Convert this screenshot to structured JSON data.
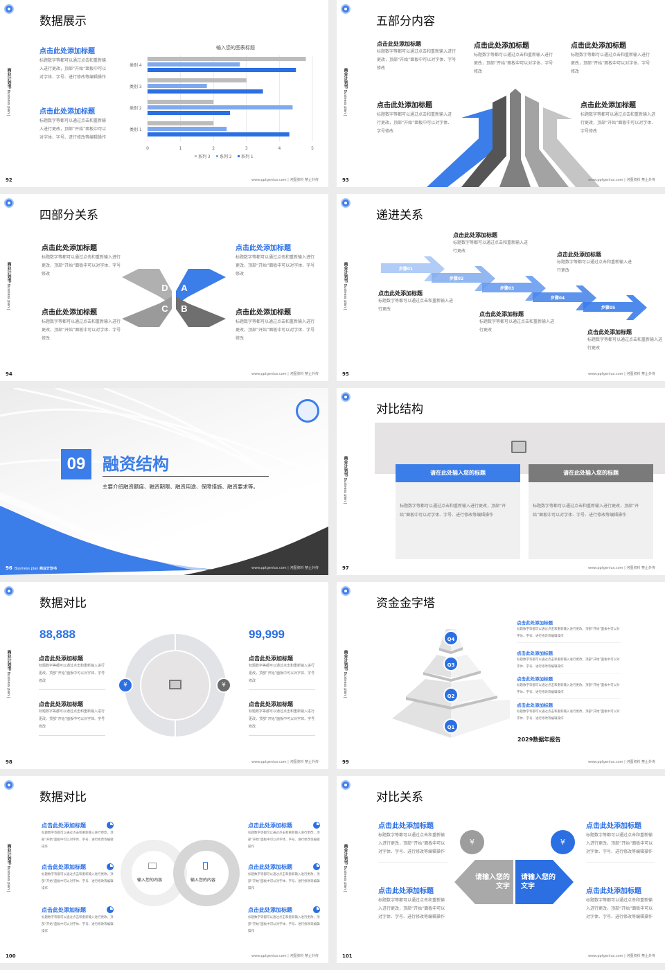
{
  "common": {
    "side_label_cn": "商业计划书",
    "side_label_en": "Business plan |",
    "footer": "www.pptgenius.com | 河图资料 禁止外传",
    "heading": "点击此处添加标题",
    "body_long": "标题数字等都可以通过点击和重新输入进行更改，顶部“开始”面板中可以对字体、字号、进行修改等编辑操作",
    "body_mid": "标题数字等都可以通过点击和重新输入进行更改，顶部“开始”面板中可以对字体、字号修改",
    "body_short": "标题数字等都可以通过点击和重新输入进行更改"
  },
  "slides": {
    "s92": {
      "num": "92",
      "title": "数据展示",
      "items": [
        {
          "h": "点击此处添加标题",
          "p": "标题数字等都可以通过点击和重新输入进行更改，顶部“开始”面板中可以对字体、字号、进行修改等编辑操作"
        },
        {
          "h": "点击此处添加标题",
          "p": "标题数字等都可以通过点击和重新输入进行更改，顶部“开始”面板中可以对字体、字号、进行修改等编辑操作"
        }
      ]
    },
    "s93": {
      "num": "93",
      "title": "五部分内容",
      "items": [
        {
          "h": "点击此处添加标题",
          "p": "标题数字等都可以通过点击和重新输入进行更改，顶部“开始”面板中可以对字体、字号修改"
        },
        {
          "h": "点击此处添加标题",
          "p": "标题数字等都可以通过点击和重新输入进行更改，顶部“开始”面板中可以对字体、字号修改"
        },
        {
          "h": "点击此处添加标题",
          "p": "标题数字等都可以通过点击和重新输入进行更改，顶部“开始”面板中可以对字体、字号修改"
        },
        {
          "h": "点击此处添加标题",
          "p": "标题数字等都可以通过点击和重新输入进行更改，顶部“开始”面板中可以对字体、字号修改"
        },
        {
          "h": "点击此处添加标题",
          "p": "标题数字等都可以通过点击和重新输入进行更改，顶部“开始”面板中可以对字体、字号修改"
        }
      ]
    },
    "s94": {
      "num": "94",
      "title": "四部分关系",
      "letters": [
        "A",
        "B",
        "C",
        "D"
      ],
      "items": [
        {
          "h": "点击此处添加标题",
          "p": "标题数字等都可以通过点击和重新输入进行更改，顶部“开始”面板中可以对字体、字号修改"
        },
        {
          "h": "点击此处添加标题",
          "p": "标题数字等都可以通过点击和重新输入进行更改，顶部“开始”面板中可以对字体、字号修改"
        },
        {
          "h": "点击此处添加标题",
          "p": "标题数字等都可以通过点击和重新输入进行更改，顶部“开始”面板中可以对字体、字号修改"
        },
        {
          "h": "点击此处添加标题",
          "p": "标题数字等都可以通过点击和重新输入进行更改，顶部“开始”面板中可以对字体、字号修改"
        }
      ]
    },
    "s95": {
      "num": "95",
      "title": "递进关系",
      "steps": [
        "步骤01",
        "步骤02",
        "步骤03",
        "步骤04",
        "步骤05"
      ],
      "items": [
        {
          "h": "点击此处添加标题",
          "p": "标题数字等都可以通过点击和重新输入进行更改"
        },
        {
          "h": "点击此处添加标题",
          "p": "标题数字等都可以通过点击和重新输入进行更改"
        },
        {
          "h": "点击此处添加标题",
          "p": "标题数字等都可以通过点击和重新输入进行更改"
        },
        {
          "h": "点击此处添加标题",
          "p": "标题数字等都可以通过点击和重新输入进行更改"
        },
        {
          "h": "点击此处添加标题",
          "p": "标题数字等都可以通过点击和重新输入进行更改"
        }
      ]
    },
    "s96": {
      "num": "96",
      "section_no": "09",
      "title": "融资结构",
      "desc": "主要介绍融资额度、融资期限、融资用途、保障措施、融资要求等。",
      "footer_left_en": "Business plan",
      "footer_left_cn": "商业计划书"
    },
    "s97": {
      "num": "97",
      "title": "对比结构",
      "cards": [
        {
          "title": "请在此处输入您的标题",
          "p": "标题数字等都可以通过点击和重新输入进行更改，顶部“开始”面板中可以对字体、字号、进行修改等编辑操作"
        },
        {
          "title": "请在此处输入您的标题",
          "p": "标题数字等都可以通过点击和重新输入进行更改，顶部“开始”面板中可以对字体、字号、进行修改等编辑操作"
        }
      ]
    },
    "s98": {
      "num": "98",
      "title": "数据对比",
      "left_value": "88,888",
      "right_value": "99,999",
      "items": [
        {
          "h": "点击此处添加标题",
          "p": "标题数字等都可以通过点击和重新输入进行更改，顶部“开始”面板中可以对字体、字号修改"
        },
        {
          "h": "点击此处添加标题",
          "p": "标题数字等都可以通过点击和重新输入进行更改，顶部“开始”面板中可以对字体、字号修改"
        },
        {
          "h": "点击此处添加标题",
          "p": "标题数字等都可以通过点击和重新输入进行更改，顶部“开始”面板中可以对字体、字号修改"
        },
        {
          "h": "点击此处添加标题",
          "p": "标题数字等都可以通过点击和重新输入进行更改，顶部“开始”面板中可以对字体、字号修改"
        }
      ]
    },
    "s99": {
      "num": "99",
      "title": "资金金字塔",
      "levels": [
        "Q4",
        "Q3",
        "Q2",
        "Q1"
      ],
      "report": "2029数据年报告",
      "items": [
        {
          "h": "点击此处添加标题",
          "p": "标题数字等都可以通过点击和重新输入进行更改，顶部“开始”面板中可以对字体、字号、进行修改等编辑操作"
        },
        {
          "h": "点击此处添加标题",
          "p": "标题数字等都可以通过点击和重新输入进行更改，顶部“开始”面板中可以对字体、字号、进行修改等编辑操作"
        },
        {
          "h": "点击此处添加标题",
          "p": "标题数字等都可以通过点击和重新输入进行更改，顶部“开始”面板中可以对字体、字号、进行修改等编辑操作"
        },
        {
          "h": "点击此处添加标题",
          "p": "标题数字等都可以通过点击和重新输入进行更改，顶部“开始”面板中可以对字体、字号、进行修改等编辑操作"
        }
      ]
    },
    "s100": {
      "num": "100",
      "title": "数据对比",
      "center_left": "输入您的内容",
      "center_right": "输入您的内容",
      "items": [
        {
          "h": "点击此处添加标题",
          "p": "标题数字等都可以通过点击和重新输入进行更改，顶部“开始”面板中可以对字体、字号、进行修改等编辑操作"
        },
        {
          "h": "点击此处添加标题",
          "p": "标题数字等都可以通过点击和重新输入进行更改，顶部“开始”面板中可以对字体、字号、进行修改等编辑操作"
        },
        {
          "h": "点击此处添加标题",
          "p": "标题数字等都可以通过点击和重新输入进行更改，顶部“开始”面板中可以对字体、字号、进行修改等编辑操作"
        },
        {
          "h": "点击此处添加标题",
          "p": "标题数字等都可以通过点击和重新输入进行更改，顶部“开始”面板中可以对字体、字号、进行修改等编辑操作"
        },
        {
          "h": "点击此处添加标题",
          "p": "标题数字等都可以通过点击和重新输入进行更改，顶部“开始”面板中可以对字体、字号、进行修改等编辑操作"
        },
        {
          "h": "点击此处添加标题",
          "p": "标题数字等都可以通过点击和重新输入进行更改，顶部“开始”面板中可以对字体、字号、进行修改等编辑操作"
        }
      ]
    },
    "s101": {
      "num": "101",
      "title": "对比关系",
      "left_center": "请输入您的文字",
      "right_center": "请输入您的文字",
      "items": [
        {
          "h": "点击此处添加标题",
          "p": "标题数字等都可以通过点击和重新输入进行更改，顶部“开始”面板中可以对字体、字号、进行修改等编辑操作"
        },
        {
          "h": "点击此处添加标题",
          "p": "标题数字等都可以通过点击和重新输入进行更改，顶部“开始”面板中可以对字体、字号、进行修改等编辑操作"
        },
        {
          "h": "点击此处添加标题",
          "p": "标题数字等都可以通过点击和重新输入进行更改，顶部“开始”面板中可以对字体、字号、进行修改等编辑操作"
        },
        {
          "h": "点击此处添加标题",
          "p": "标题数字等都可以通过点击和重新输入进行更改，顶部“开始”面板中可以对字体、字号、进行修改等编辑操作"
        }
      ]
    }
  },
  "chart_data": {
    "type": "bar",
    "orientation": "horizontal",
    "title": "输入您的图表标题",
    "categories": [
      "类别 1",
      "类别 2",
      "类别 3",
      "类别 4"
    ],
    "series": [
      {
        "name": "系列 1",
        "color": "#2b6fe3",
        "values": [
          4.3,
          2.5,
          3.5,
          4.5
        ]
      },
      {
        "name": "系列 2",
        "color": "#7fa9ef",
        "values": [
          2.4,
          4.4,
          1.8,
          2.8
        ]
      },
      {
        "name": "系列 3",
        "color": "#bcbcbc",
        "values": [
          2.0,
          2.0,
          3.0,
          4.8
        ]
      }
    ],
    "xticks": [
      0,
      1,
      2,
      3,
      4,
      5
    ],
    "xlim": [
      0,
      5
    ],
    "grid": true,
    "legend_position": "bottom",
    "legend": [
      "系列 3",
      "系列 2",
      "系列 1"
    ]
  },
  "colors": {
    "accent": "#2b6fe3",
    "gray_dark": "#555555",
    "gray": "#8a8a8a",
    "gray_light": "#c8c8c8"
  }
}
